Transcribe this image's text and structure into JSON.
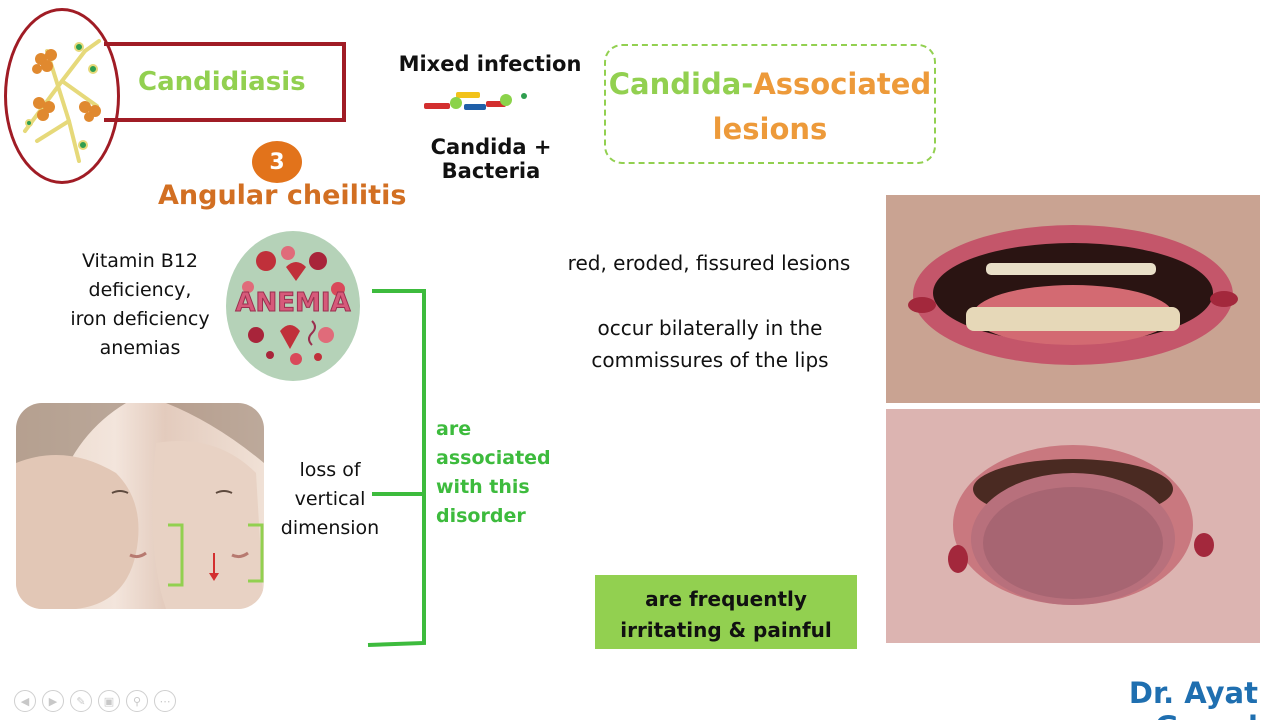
{
  "header": {
    "candidiasis_label": "Candidiasis",
    "mixed_infection_label": "Mixed infection",
    "mixed_infection_sub": "Candida + Bacteria",
    "associated_title_part1": "Candida-",
    "associated_title_part2": "Associated",
    "associated_title_line2": "lesions"
  },
  "section": {
    "number": "3",
    "title": "Angular cheilitis"
  },
  "causes": {
    "vitamin_line1": "Vitamin B12",
    "vitamin_line2": "deficiency,",
    "vitamin_line3": "iron deficiency",
    "vitamin_line4": "anemias",
    "anemia_image_word": "ANEMIA",
    "loss_line1": "loss of",
    "loss_line2": "vertical",
    "loss_line3": "dimension",
    "association_line1": "are",
    "association_line2": "associated",
    "association_line3": "with this",
    "association_line4": "disorder"
  },
  "description": {
    "line1": "red, eroded, fissured lesions",
    "line2a": "occur bilaterally in the",
    "line2b": "commissures of the lips",
    "highlight_line1": "are frequently",
    "highlight_line2": "irritating & painful"
  },
  "footer": {
    "author": "Dr. Ayat Gamal",
    "nav_icons": [
      "prev-icon",
      "next-icon",
      "pen-icon",
      "slides-icon",
      "zoom-icon",
      "more-icon"
    ]
  },
  "colors": {
    "maroon": "#a01c25",
    "green": "#92d050",
    "bracket_green": "#3dbb3d",
    "orange": "#ed9a3a",
    "title_orange": "#d26f22",
    "badge_orange": "#e2731b",
    "author_blue": "#1f6fb0"
  }
}
